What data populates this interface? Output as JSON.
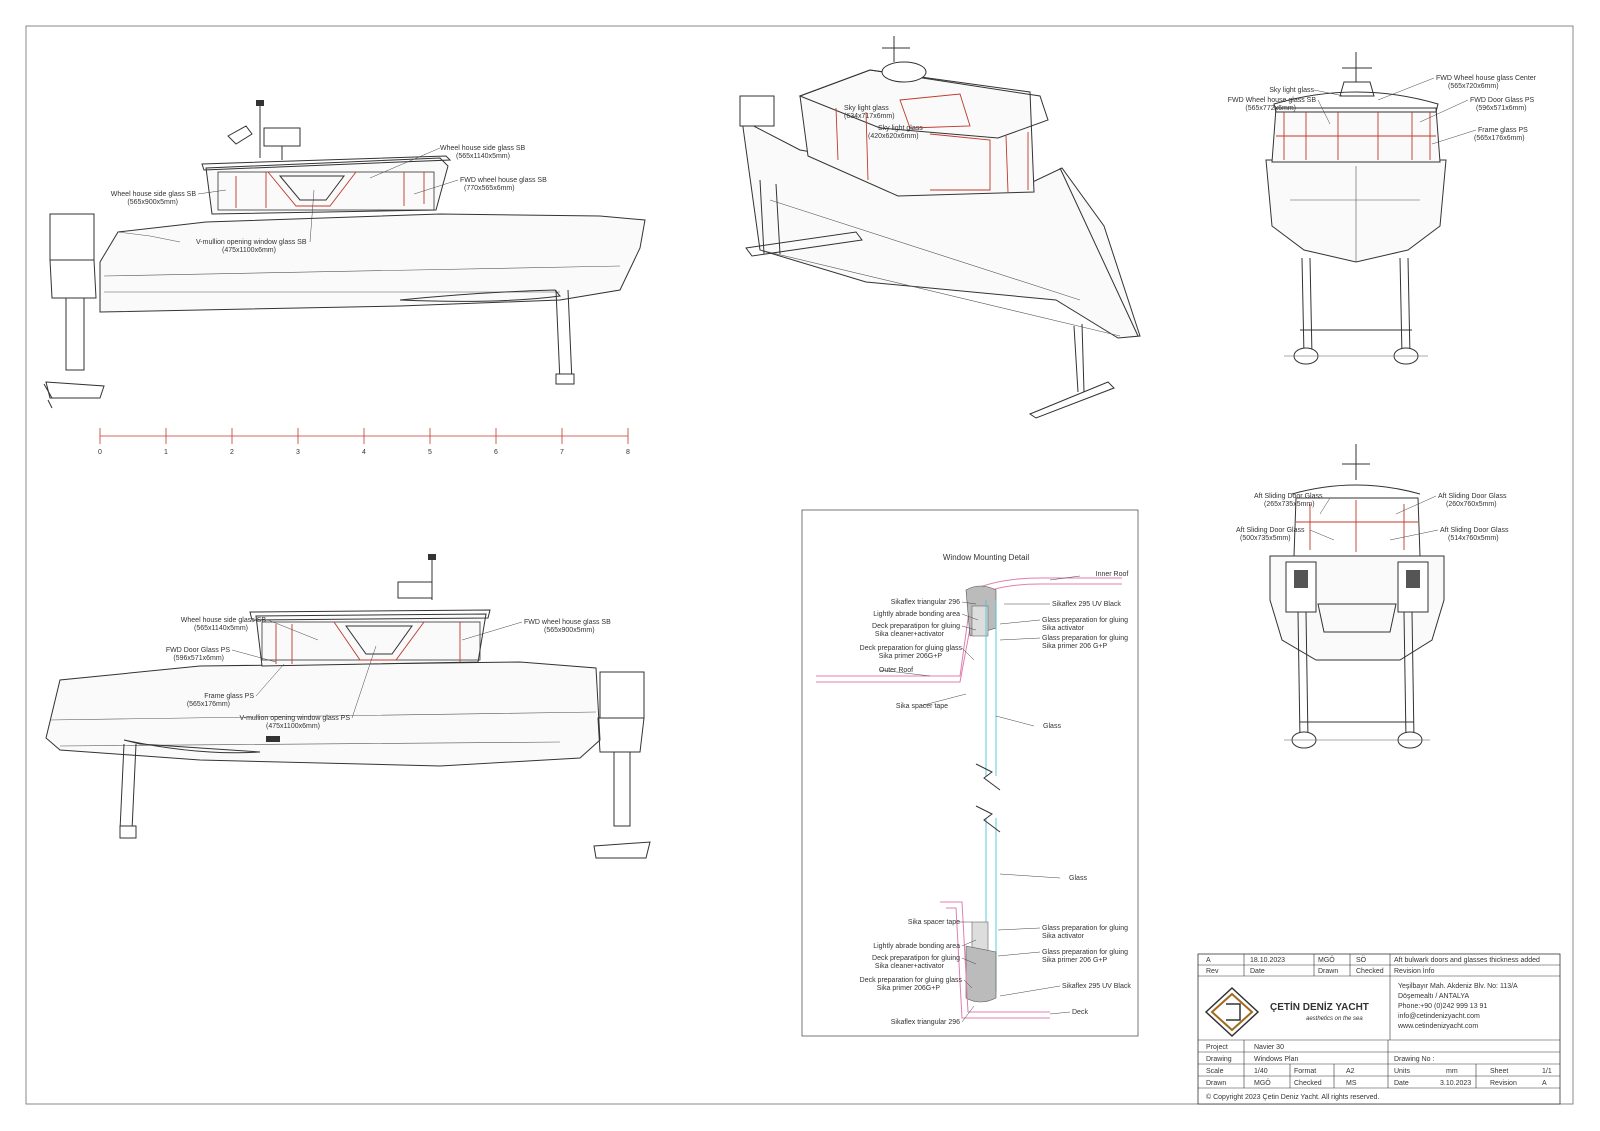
{
  "scale_bar": {
    "ticks": [
      "0",
      "1",
      "2",
      "3",
      "4",
      "5",
      "6",
      "7",
      "8"
    ]
  },
  "views": {
    "side_sb": {
      "labels": [
        {
          "t1": "Wheel house side glass SB",
          "t2": "(565x1140x5mm)"
        },
        {
          "t1": "Wheel house side glass SB",
          "t2": "(565x900x5mm)"
        },
        {
          "t1": "FWD wheel house glass SB",
          "t2": "(770x565x6mm)"
        },
        {
          "t1": "V-mullion opening window glass SB",
          "t2": "(475x1100x6mm)"
        }
      ]
    },
    "perspective": {
      "labels": [
        {
          "t1": "Sky light glass",
          "t2": "(634x717x6mm)"
        },
        {
          "t1": "Sky light glass",
          "t2": "(420x620x6mm)"
        }
      ]
    },
    "front": {
      "labels": [
        {
          "t1": "FWD Wheel house glass Center",
          "t2": "(565x720x6mm)"
        },
        {
          "t1": "Sky light glass",
          "t2": ""
        },
        {
          "t1": "FWD Wheel house glass SB",
          "t2": "(565x772x6mm)"
        },
        {
          "t1": "FWD Door Glass PS",
          "t2": "(596x571x6mm)"
        },
        {
          "t1": "Frame glass PS",
          "t2": "(565x176x6mm)"
        }
      ]
    },
    "aft": {
      "labels": [
        {
          "t1": "Aft Sliding Door Glass",
          "t2": "(265x735x5mm)"
        },
        {
          "t1": "Aft Sliding Door Glass",
          "t2": "(260x760x5mm)"
        },
        {
          "t1": "Aft Sliding Door Glass",
          "t2": "(500x735x5mm)"
        },
        {
          "t1": "Aft Sliding Door Glass",
          "t2": "(514x760x5mm)"
        }
      ]
    },
    "side_ps": {
      "labels": [
        {
          "t1": "Wheel house side glass SB",
          "t2": "(565x1140x5mm)"
        },
        {
          "t1": "FWD wheel house glass SB",
          "t2": "(565x900x5mm)"
        },
        {
          "t1": "FWD Door Glass PS",
          "t2": "(596x571x6mm)"
        },
        {
          "t1": "Frame glass PS",
          "t2": "(565x176mm)"
        },
        {
          "t1": "V-mullion opening window glass PS",
          "t2": "(475x1100x6mm)"
        }
      ]
    }
  },
  "detail": {
    "title": "Window Mounting Detail",
    "labels": [
      "Inner Roof",
      "Sikaflex triangular 296",
      "Sikaflex 295 UV Black",
      "Lightly abrade bonding area",
      "Glass preparation for gluing",
      "Sika activator",
      "Deck preparatipon for gluing",
      "Sika cleaner+activator",
      "Glass preparation for gluing",
      "Sika primer 206 G+P",
      "Deck preparation for gluing glass",
      "Sika primer 206G+P",
      "Outer Roof",
      "Sika spacer tape",
      "Glass",
      "Glass",
      "Sika spacer tape",
      "Glass preparation for gluing",
      "Sika activator",
      "Lightly abrade bonding area",
      "Glass preparation for gluing",
      "Sika primer 206 G+P",
      "Deck preparatipon for gluing",
      "Sika cleaner+activator",
      "Deck preparation for gluing glass",
      "Sika primer 206G+P",
      "Sikaflex 295 UV Black",
      "Deck",
      "Sikaflex triangular 296"
    ]
  },
  "title_block": {
    "rev_row": {
      "rev": "A",
      "date": "18.10.2023",
      "drawn": "MGÖ",
      "checked": "SÖ",
      "info": "Aft bulwark doors and glasses thickness added"
    },
    "rev_head": {
      "rev": "Rev",
      "date": "Date",
      "drawn": "Drawn",
      "checked": "Checked",
      "info": "Revision İnfo"
    },
    "company": {
      "name": "ÇETİN DENİZ YACHT",
      "tagline": "aesthetics on the sea"
    },
    "address": [
      "Yeşilbayır Mah. Akdeniz Blv. No: 113/A",
      "Döşemealtı / ANTALYA",
      "Phone:+90 (0)242 999 13 91",
      "info@cetindenizyacht.com",
      "www.cetindenizyacht.com"
    ],
    "project_label": "Project",
    "project": "Navier 30",
    "drawing_label": "Drawing",
    "drawing": "Windows Plan",
    "drawing_no_label": "Drawing No :",
    "scale_label": "Scale",
    "scale": "1/40",
    "format_label": "Format",
    "format": "A2",
    "units_label": "Units",
    "units": "mm",
    "sheet_label": "Sheet",
    "sheet": "1/1",
    "drawn_label": "Drawn",
    "drawn": "MGÖ",
    "checked_label": "Checked",
    "checked": "MS",
    "date_label": "Date",
    "date": "3.10.2023",
    "revision_label": "Revision",
    "revision": "A",
    "copyright": "© Copyright 2023 Çetin Deniz Yacht. All rights reserved."
  }
}
